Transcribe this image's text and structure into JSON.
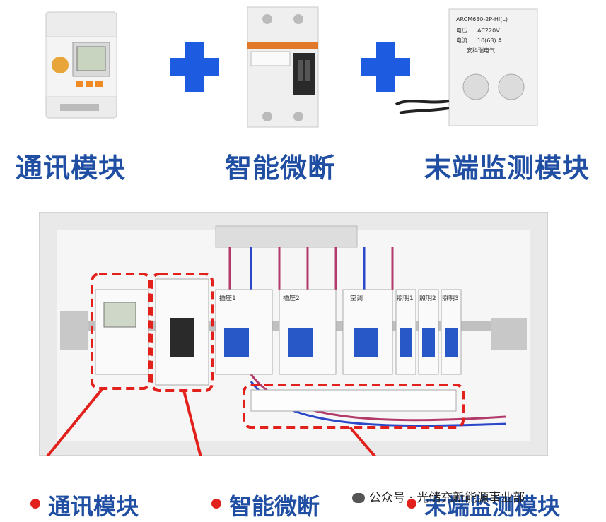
{
  "top_captions": {
    "communication_module": "通讯模块",
    "smart_breaker": "智能微断",
    "terminal_monitor": "末端监测模块"
  },
  "sensor_label": {
    "model": "ARCM630-2P-HI(L)",
    "voltage_label": "电压",
    "voltage_value": "AC220V",
    "current_label": "电流",
    "current_value": "10(63) A",
    "brand": "安科瑞电气"
  },
  "panel_breaker_labels": [
    "插座1",
    "插座2",
    "空调",
    "照明1",
    "照明2",
    "照明3"
  ],
  "bottom_labels": {
    "communication_module": "通讯模块",
    "smart_breaker": "智能微断",
    "terminal_monitor": "末端监测模块"
  },
  "watermark": "公众号 · 光储充新能源事业部",
  "colors": {
    "caption_blue": "#1f4ea3",
    "plus_blue": "#1d5be0",
    "highlight_red": "#e2211c"
  }
}
